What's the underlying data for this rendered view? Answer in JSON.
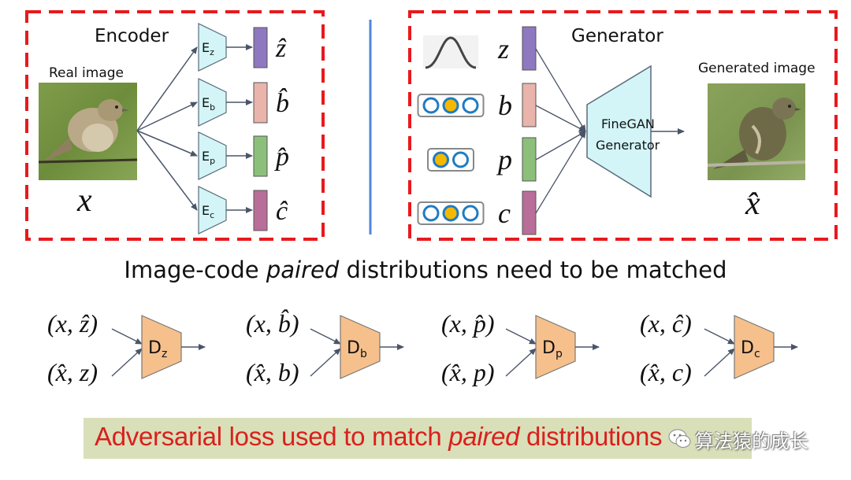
{
  "encoder": {
    "title": "Encoder",
    "input_label": "Real image",
    "input_symbol": "x",
    "blocks": [
      {
        "name": "E",
        "sub": "z",
        "code": "ẑ",
        "code_base": "z",
        "color": "#8e78c0"
      },
      {
        "name": "E",
        "sub": "b",
        "code": "b̂",
        "code_base": "b",
        "color": "#e8b4ac"
      },
      {
        "name": "E",
        "sub": "p",
        "code": "p̂",
        "code_base": "p",
        "color": "#8cc07a"
      },
      {
        "name": "E",
        "sub": "c",
        "code": "ĉ",
        "code_base": "c",
        "color": "#b86e98"
      }
    ]
  },
  "generator": {
    "title": "Generator",
    "block_label_line1": "FineGAN",
    "block_label_line2": "Generator",
    "output_label": "Generated image",
    "output_symbol": "x̂",
    "inputs": [
      {
        "symbol": "z",
        "kind": "gaussian",
        "color": "#8e78c0"
      },
      {
        "symbol": "b",
        "kind": "one-hot",
        "slots": 3,
        "active": 1,
        "color": "#e8b4ac"
      },
      {
        "symbol": "p",
        "kind": "one-hot",
        "slots": 2,
        "active": 0,
        "color": "#8cc07a"
      },
      {
        "symbol": "c",
        "kind": "one-hot",
        "slots": 3,
        "active": 1,
        "color": "#b86e98"
      }
    ]
  },
  "caption": {
    "before": "Image-code ",
    "emph": "paired",
    "after": " distributions need to be matched"
  },
  "discriminators": [
    {
      "name": "D",
      "sub": "z",
      "real_pair": "(x, ẑ)",
      "fake_pair": "(x̂, z)"
    },
    {
      "name": "D",
      "sub": "b",
      "real_pair": "(x, b̂)",
      "fake_pair": "(x̂, b)"
    },
    {
      "name": "D",
      "sub": "p",
      "real_pair": "(x, p̂)",
      "fake_pair": "(x̂, p)"
    },
    {
      "name": "D",
      "sub": "c",
      "real_pair": "(x, ĉ)",
      "fake_pair": "(x̂, c)"
    }
  ],
  "banner": {
    "before": "Adversarial loss used to match ",
    "emph": "paired",
    "after": " distributions"
  },
  "watermark": {
    "text": "算法猿的成长"
  },
  "colors": {
    "dashed_border": "#e8191c",
    "divider": "#4f86de",
    "encoder_fill": "#d3f5f7",
    "generator_fill": "#d3f5f7",
    "disc_fill": "#f6c08c",
    "arrow": "#4a5568",
    "onehot_ring": "#1f7cc2",
    "onehot_active": "#f5b800",
    "banner_bg": "#d9dfb8",
    "banner_text": "#d9201e"
  }
}
